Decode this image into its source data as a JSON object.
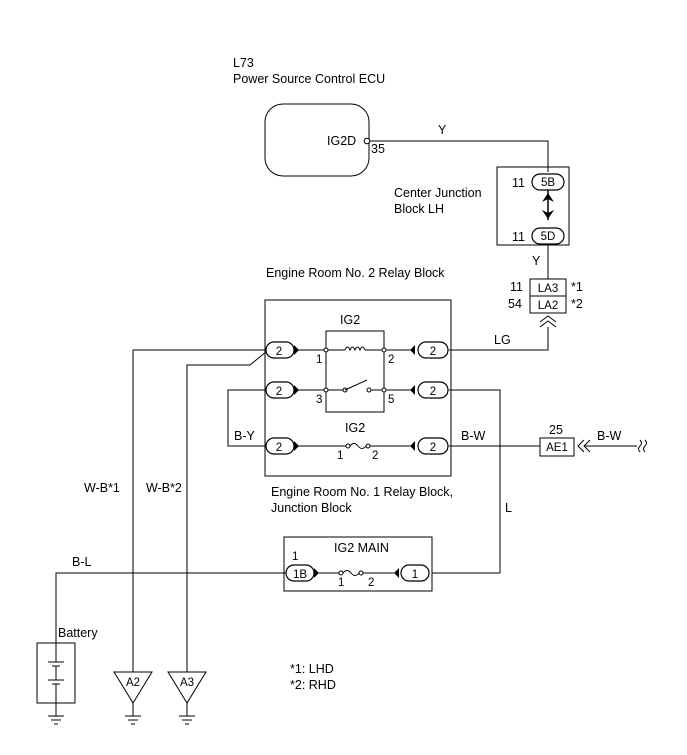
{
  "ecu": {
    "code": "L73",
    "name": "Power Source Control ECU",
    "terminal": "IG2D",
    "pin": "35"
  },
  "cjb": {
    "name_line1": "Center Junction",
    "name_line2": "Block LH",
    "top_pin": "11",
    "top_conn": "5B",
    "bot_pin": "11",
    "bot_conn": "5D"
  },
  "wires": {
    "y1": "Y",
    "y2": "Y",
    "lg": "LG",
    "by": "B-Y",
    "bw": "B-W",
    "bw2": "B-W",
    "l": "L",
    "bl": "B-L",
    "wb1": "W-B*1",
    "wb2": "W-B*2"
  },
  "connectors": {
    "la3_pin": "11",
    "la3": "LA3",
    "la3_note": "*1",
    "la2_pin": "54",
    "la2": "LA2",
    "la2_note": "*2",
    "ae1_pin": "25",
    "ae1": "AE1"
  },
  "relay_block2": {
    "title": "Engine Room No. 2 Relay Block",
    "relay": "IG2",
    "fuse": "IG2",
    "conn": "2",
    "relay_pins": [
      "1",
      "2",
      "3",
      "5"
    ],
    "fuse_pins": [
      "1",
      "2"
    ]
  },
  "relay_block1": {
    "title_line1": "Engine Room No. 1 Relay Block,",
    "title_line2": "Junction Block"
  },
  "main_fuse": {
    "name": "IG2 MAIN",
    "left_pin": "1",
    "left_conn": "1B",
    "right_conn": "1",
    "fuse_pins": [
      "1",
      "2"
    ]
  },
  "battery": {
    "label": "Battery"
  },
  "grounds": [
    "A2",
    "A3"
  ],
  "notes": [
    "*1: LHD",
    "*2: RHD"
  ]
}
